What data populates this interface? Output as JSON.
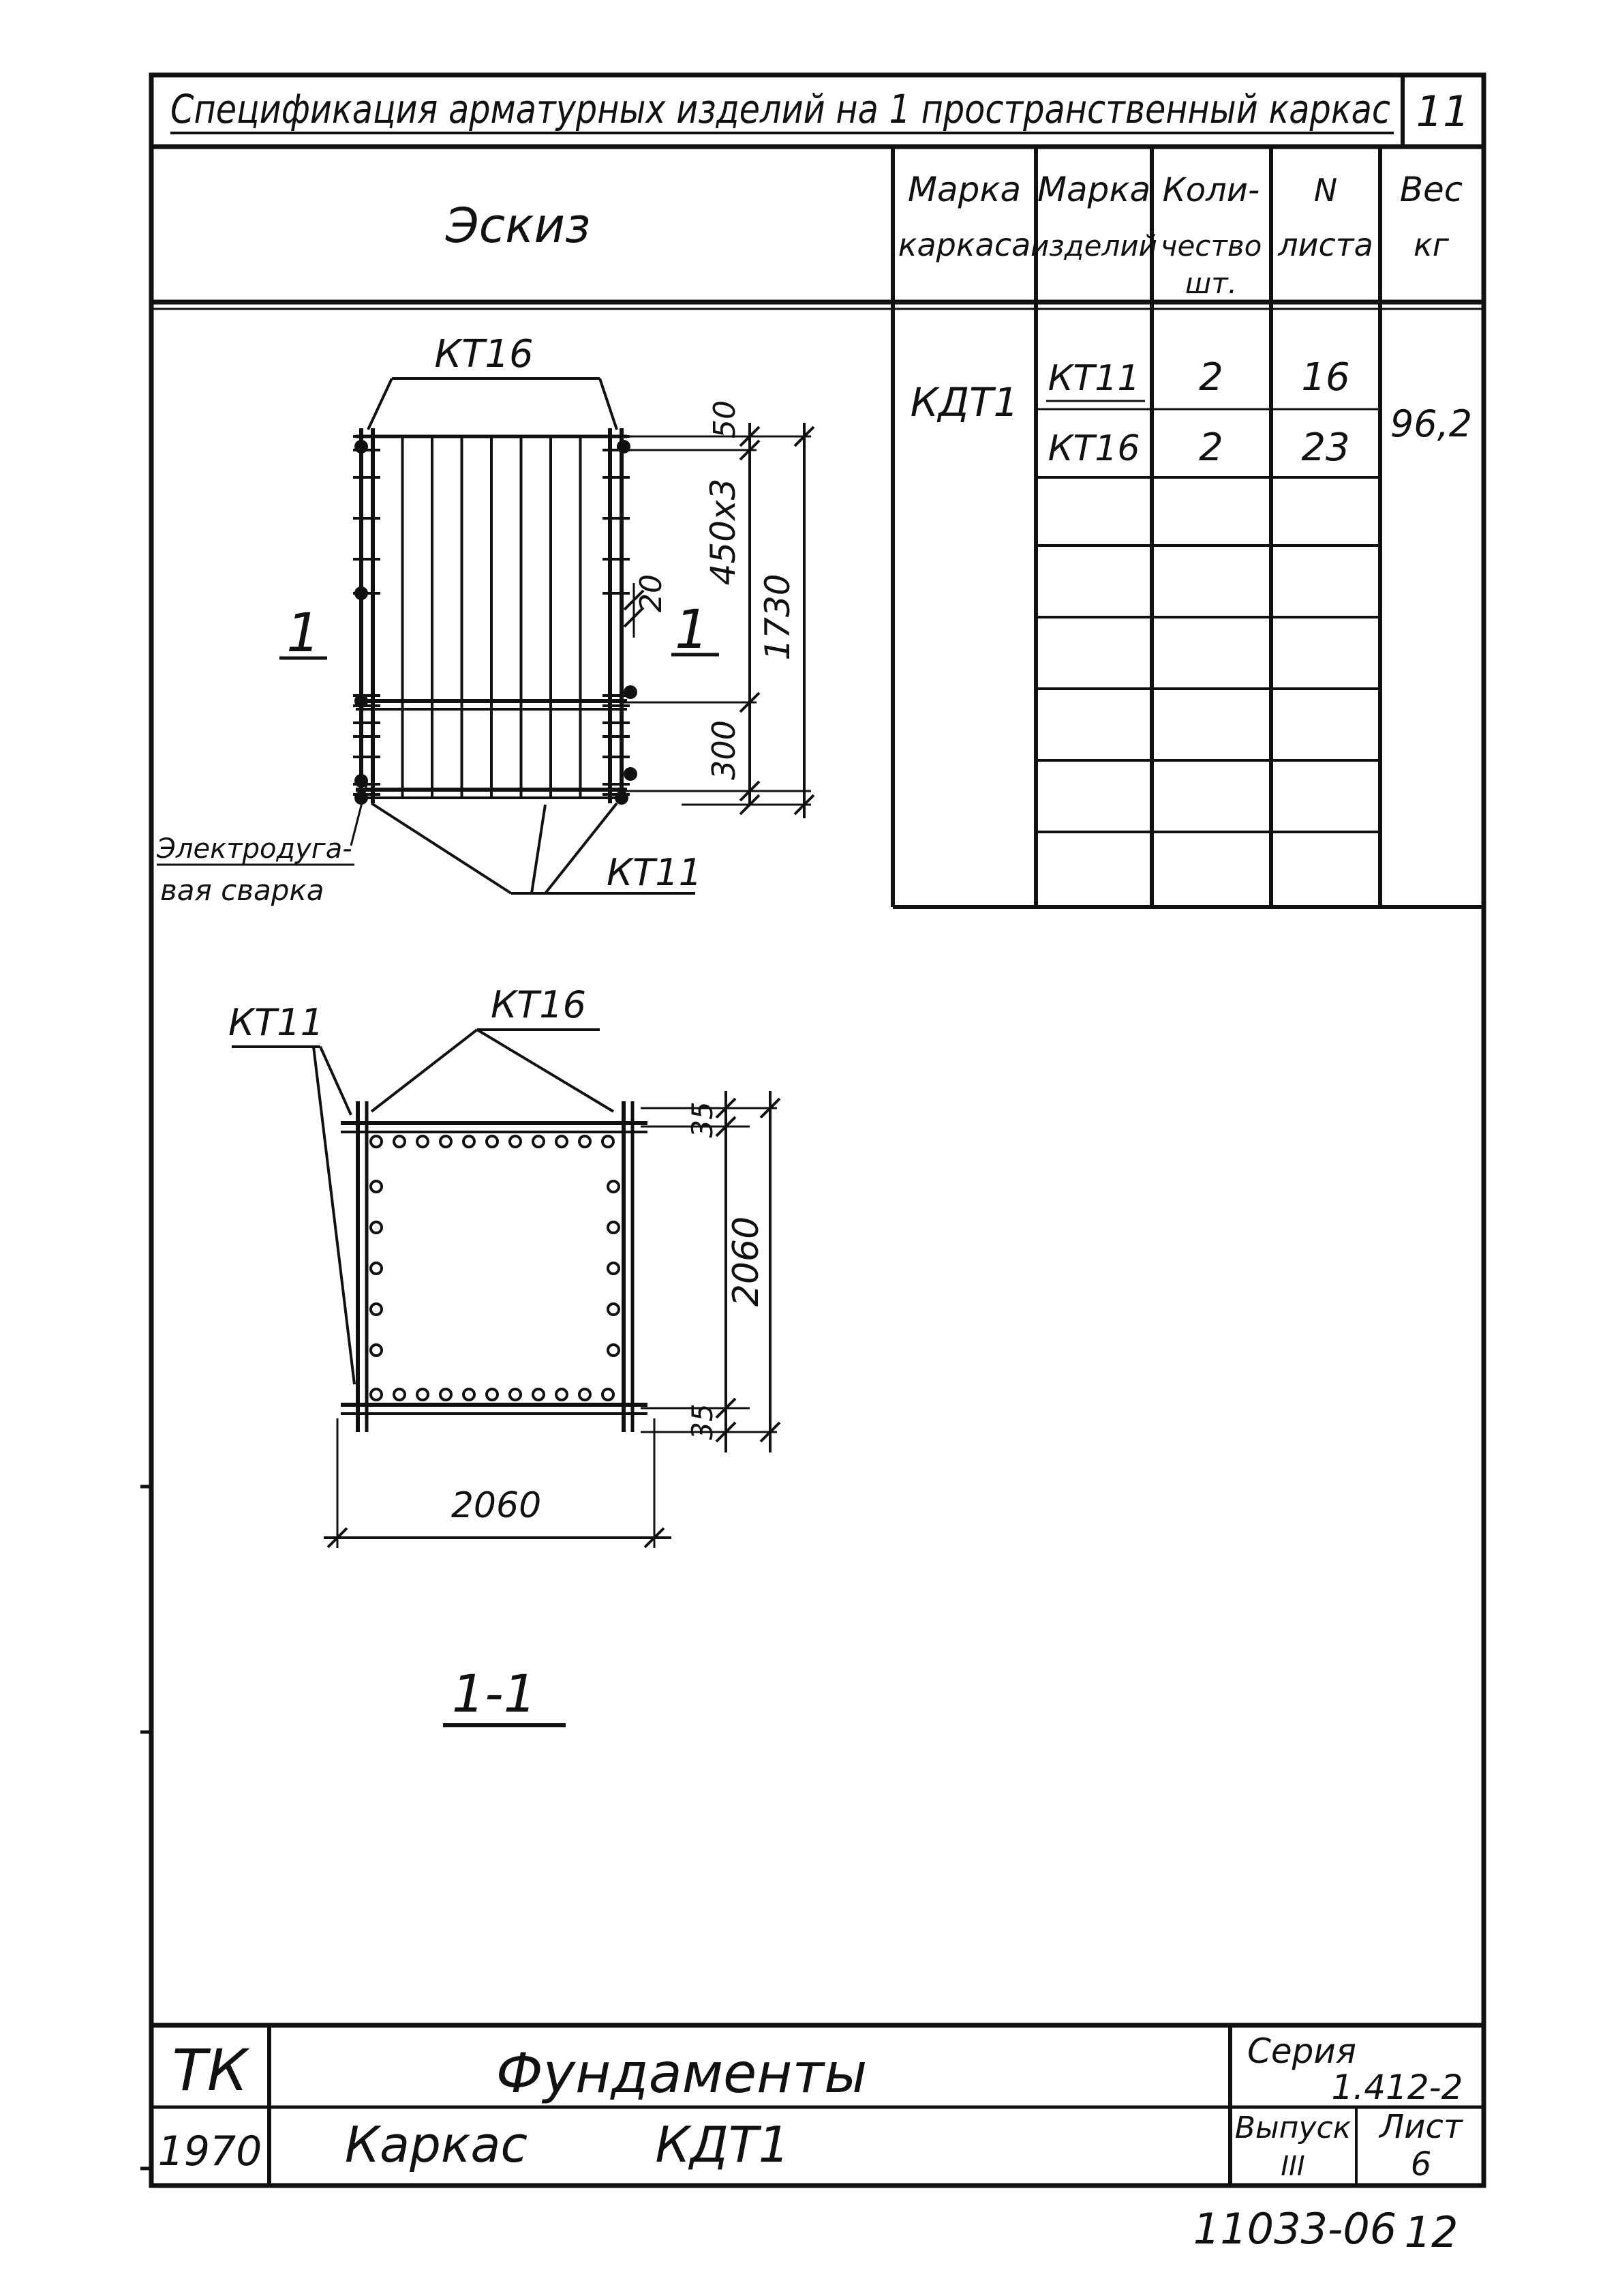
{
  "header": {
    "title": "Спецификация арматурных изделий на 1 пространственный каркас",
    "page_number": "11"
  },
  "table": {
    "col_sketch": "Эскиз",
    "col_frame_mark": [
      "Марка",
      "каркаса"
    ],
    "col_item_mark": [
      "Марка",
      "изделий"
    ],
    "col_quantity": [
      "Коли-",
      "чество",
      "шт."
    ],
    "col_sheet_no": [
      "N",
      "листа"
    ],
    "col_weight": [
      "Вес",
      "кг"
    ],
    "frame_mark": "КДТ1",
    "weight": "96,2",
    "rows": [
      {
        "item": "КТ11",
        "qty": "2",
        "sheet": "16"
      },
      {
        "item": "КТ16",
        "qty": "2",
        "sheet": "23"
      }
    ]
  },
  "sketch": {
    "label_top": "КТ16",
    "label_bottom": "КТ11",
    "section_marker": "1",
    "welding_note": [
      "Электродуга-",
      "вая сварка"
    ],
    "dims": {
      "top": "50",
      "spacing": "450x3",
      "overall": "1730",
      "small": "20",
      "bottom": "300"
    }
  },
  "section": {
    "label_left": "КТ11",
    "label_top": "КТ16",
    "dim_top": "35",
    "dim_height": "2060",
    "dim_bottom": "35",
    "dim_width": "2060",
    "caption": "1-1"
  },
  "title_block": {
    "org": "ТК",
    "year": "1970",
    "name": "Фундаменты",
    "item_prefix": "Каркас",
    "item_mark": "КДТ1",
    "series_label": "Серия",
    "series_value": "1.412-2",
    "issue_label": "Выпуск",
    "issue_value": "III",
    "sheet_label": "Лист",
    "sheet_value": "6"
  },
  "footer": {
    "doc_number": "11033-06",
    "page": "12"
  }
}
